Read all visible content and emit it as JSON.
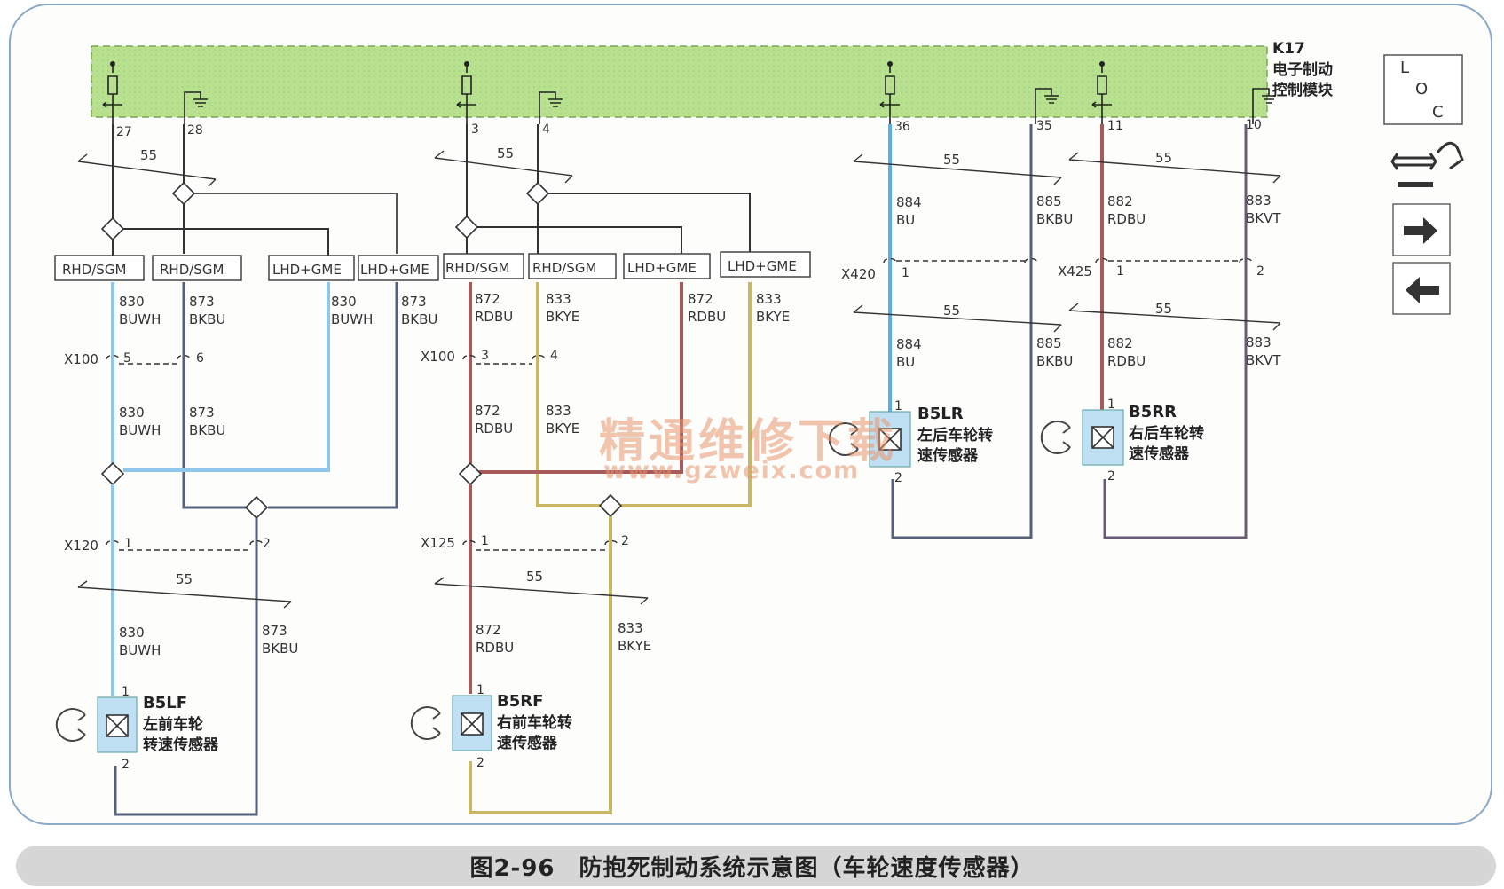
{
  "module": {
    "id": "K17",
    "name_line1": "电子制动",
    "name_line2": "控制模块"
  },
  "loc": {
    "l": "L",
    "o": "O",
    "c": "C"
  },
  "module_pins": [
    "27",
    "28",
    "3",
    "4",
    "36",
    "35",
    "11",
    "10"
  ],
  "shield": "55",
  "options": {
    "rhd": "RHD/SGM",
    "lhd": "LHD+GME"
  },
  "wires": {
    "w830": {
      "num": "830",
      "color": "BUWH"
    },
    "w873": {
      "num": "873",
      "color": "BKBU"
    },
    "w872": {
      "num": "872",
      "color": "RDBU"
    },
    "w833": {
      "num": "833",
      "color": "BKYE"
    },
    "w884": {
      "num": "884",
      "color": "BU"
    },
    "w885": {
      "num": "885",
      "color": "BKBU"
    },
    "w882": {
      "num": "882",
      "color": "RDBU"
    },
    "w883": {
      "num": "883",
      "color": "BKVT"
    }
  },
  "connectors": {
    "x100": "X100",
    "x120": "X120",
    "x125": "X125",
    "x420": "X420",
    "x425": "X425",
    "p1": "1",
    "p2": "2",
    "p3": "3",
    "p4": "4",
    "p5": "5",
    "p6": "6"
  },
  "sensors": {
    "lf": {
      "id": "B5LF",
      "line1": "左前车轮",
      "line2": "转速传感器"
    },
    "rf": {
      "id": "B5RF",
      "line1": "右前车轮转",
      "line2": "速传感器"
    },
    "lr": {
      "id": "B5LR",
      "line1": "左后车轮转",
      "line2": "速传感器"
    },
    "rr": {
      "id": "B5RR",
      "line1": "右后车轮转",
      "line2": "速传感器"
    }
  },
  "watermark": {
    "zh": "精通维修下载",
    "url": "www.gzweix.com"
  },
  "caption": "图2-96　防抱死制动系统示意图（车轮速度传感器）",
  "colors": {
    "module_fill": "#b5df8c",
    "blue_wire": "#8fc6ec",
    "dark_wire": "#55607a",
    "red_wire": "#a65a5a",
    "yellow_wire": "#c8b864",
    "bright_blue": "#5aaee6",
    "purple_wire": "#6a5a7a",
    "sensor_fill": "#bfe0f3"
  },
  "icons": [
    "pull-icon",
    "arrow-right-icon",
    "arrow-left-icon",
    "sensor-icon",
    "tone-wheel-icon",
    "ground-icon",
    "power-icon"
  ]
}
